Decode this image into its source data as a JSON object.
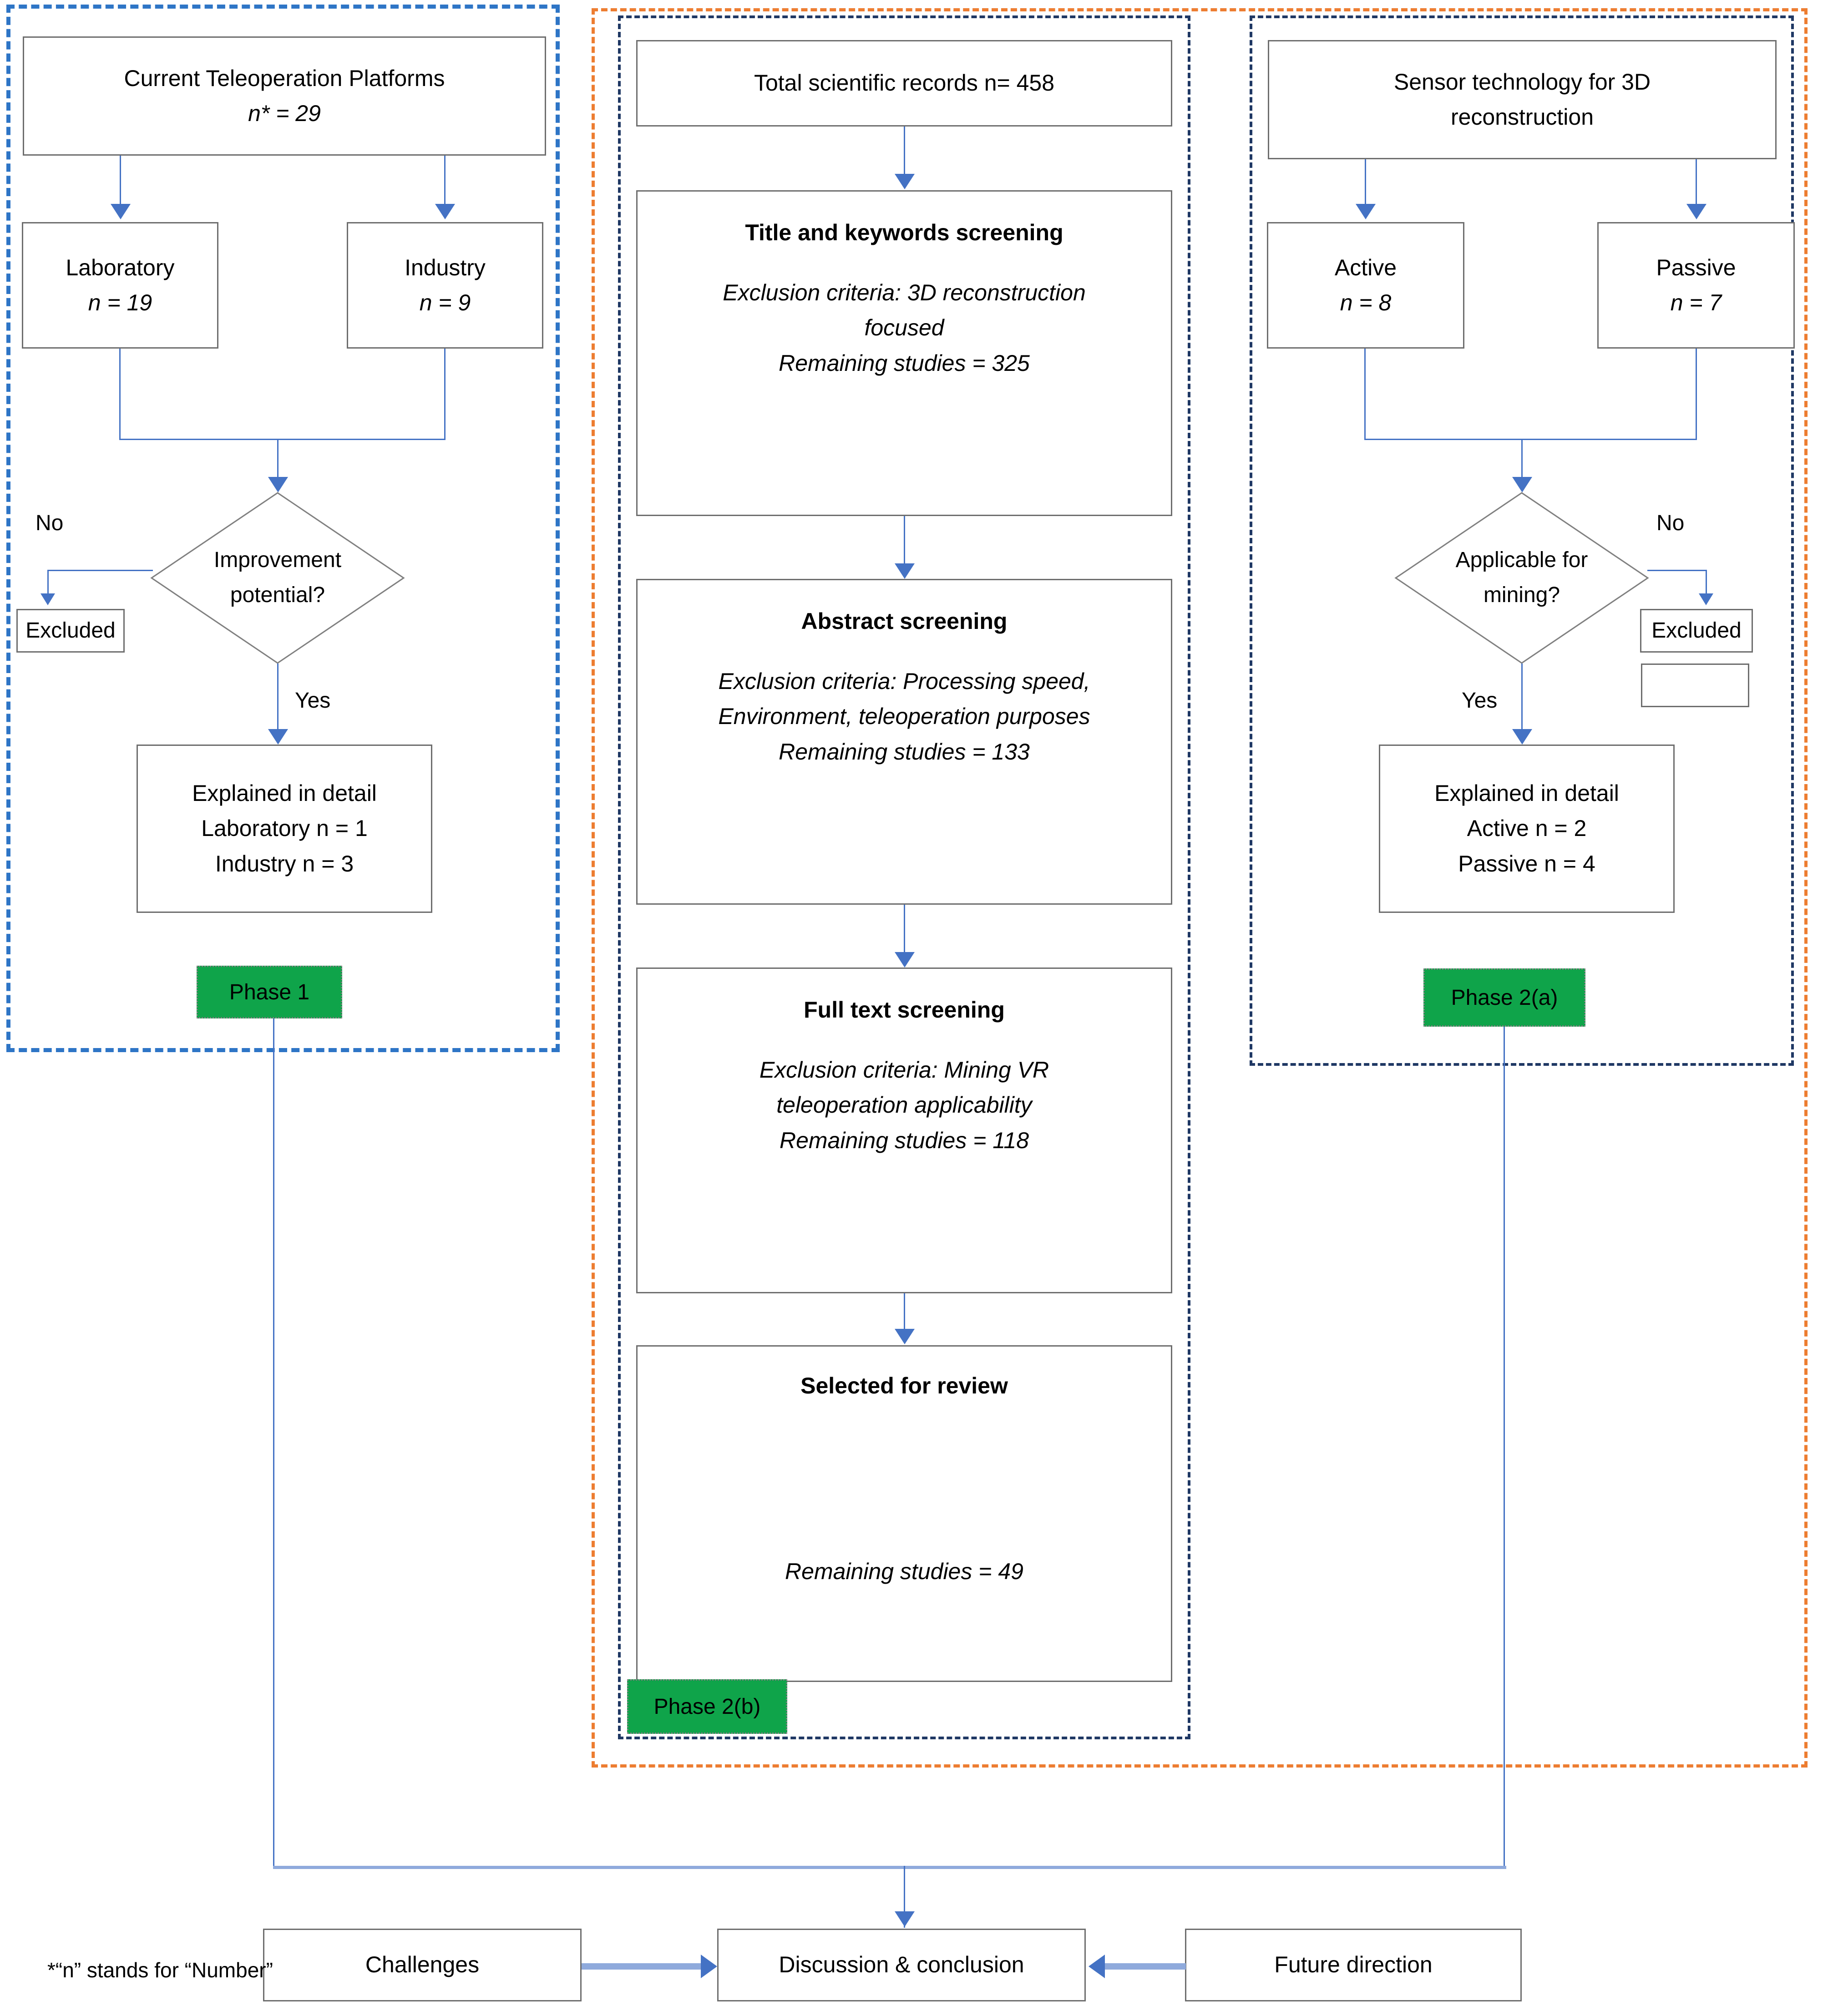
{
  "phases": {
    "phase1": "Phase 1",
    "phase2a": "Phase 2(a)",
    "phase2b": "Phase 2(b)"
  },
  "colors": {
    "phase_chip_green": "#0FA44A",
    "connector_blue": "#4472C4",
    "group_phase1_border": "#2E75C6",
    "group_orange_border": "#ED7D31",
    "group_navy_border": "#1F3864",
    "box_border_gray": "#6E6E6E"
  },
  "left_column": {
    "root": {
      "line1": "Current Teleoperation Platforms",
      "line2": "n* = 29"
    },
    "laboratory": {
      "line1": "Laboratory",
      "line2": "n = 19"
    },
    "industry": {
      "line1": "Industry",
      "line2": "n = 9"
    },
    "decision": {
      "line1": "Improvement",
      "line2": "potential?"
    },
    "decision_no_label": "No",
    "decision_yes_label": "Yes",
    "excluded": "Excluded",
    "detail": {
      "line1": "Explained in detail",
      "line2": "Laboratory n = 1",
      "line3": "Industry n = 3"
    }
  },
  "middle_column": {
    "total_records": "Total scientific records n= 458",
    "title_screening": {
      "title": "Title and keywords screening",
      "criteria_line1": "Exclusion criteria: 3D reconstruction",
      "criteria_line2": "focused",
      "remaining": "Remaining studies = 325"
    },
    "abstract_screening": {
      "title": "Abstract screening",
      "criteria_line1": "Exclusion criteria: Processing speed,",
      "criteria_line2": "Environment, teleoperation purposes",
      "remaining": "Remaining studies = 133"
    },
    "fulltext_screening": {
      "title": "Full text screening",
      "criteria_line1": "Exclusion criteria: Mining VR",
      "criteria_line2": "teleoperation applicability",
      "remaining": "Remaining studies = 118"
    },
    "selected": {
      "title": "Selected for review",
      "remaining": "Remaining studies = 49"
    }
  },
  "right_column": {
    "root": {
      "line1": "Sensor technology for 3D",
      "line2": "reconstruction"
    },
    "active": {
      "line1": "Active",
      "line2": "n = 8"
    },
    "passive": {
      "line1": "Passive",
      "line2": "n = 7"
    },
    "decision": {
      "line1": "Applicable for",
      "line2": "mining?"
    },
    "decision_no_label": "No",
    "decision_yes_label": "Yes",
    "excluded": "Excluded",
    "detail": {
      "line1": "Explained in detail",
      "line2": "Active n = 2",
      "line3": "Passive n = 4"
    }
  },
  "bottom": {
    "challenges": "Challenges",
    "discussion": "Discussion & conclusion",
    "future": "Future direction"
  },
  "footnote": "*“n” stands for “Number”"
}
